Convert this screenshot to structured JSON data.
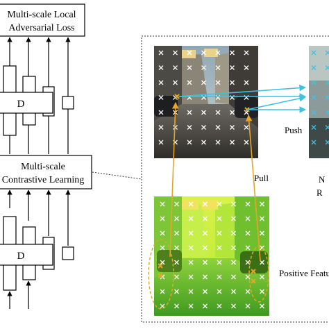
{
  "top_box": {
    "line1": "Multi-scale Local",
    "line2": "Adversarial Loss"
  },
  "disc_upper": {
    "label": "D"
  },
  "middle_box": {
    "line1": "Multi-scale",
    "line2": "Contrastive Learning"
  },
  "disc_lower": {
    "label": "D"
  },
  "labels": {
    "push": "Push",
    "pull": "Pull",
    "cut_n": "N",
    "cut_r": "R",
    "positive_feature": "Positive Featu"
  },
  "colors": {
    "pull_arrow": "#e8a628",
    "push_arrow": "#3fc2e0",
    "positive_marker": "#e8a628",
    "dotted_box": "#333333"
  }
}
